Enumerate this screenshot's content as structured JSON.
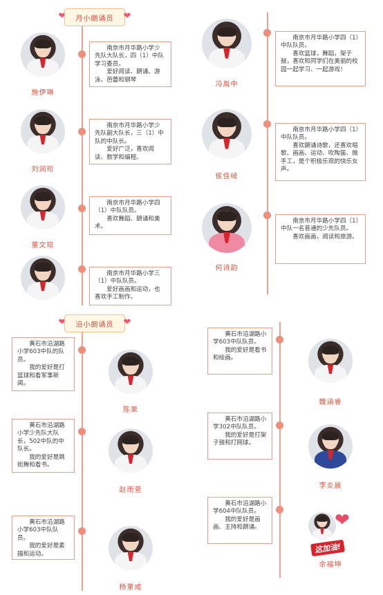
{
  "yue": {
    "banner": "月小朗诵员",
    "left": [
      {
        "name": "施伊琳",
        "text": [
          "南京市月华路小学少先队大队长，四（1）中队学习委员。",
          "爱好阅读、朗诵、游泳、芭蕾和钢琴"
        ]
      },
      {
        "name": "刘润珩",
        "text": [
          "南京市月华路小学少先队副大队长，三（1）中队的中队长。",
          "爱好广泛，喜欢阅读、数学和编程。"
        ]
      },
      {
        "name": "董文瑄",
        "text": [
          "南京市月华路小学四（1）中队队员。",
          "喜欢舞蹈、朗诵和美术。"
        ]
      },
      {
        "name": "",
        "text": [
          "南京市月华路小学三（1）中队队员。",
          "爱好画画和运动，也喜欢手工制作。"
        ]
      }
    ],
    "right": [
      {
        "name": "冯胤中",
        "text": [
          "南京市月华路小学四（1）中队队员。",
          "喜欢篮球，舞蹈，架子鼓，喜欢和同学们在美丽的校园一起学习、一起游戏！"
        ]
      },
      {
        "name": "侯佳岐",
        "text": [
          "南京市月华路小学四（1）中队队员。",
          "喜欢朗诵诗歌，还喜欢唱歌、画画、运动、吹陶笛、做手工，是个积极乐观的快乐女声。"
        ]
      },
      {
        "name": "何诗韵",
        "text": [
          "南京市月华路小学四（1）中队一名普通的少先队员。",
          "喜欢画画，阅读和旅游。"
        ]
      }
    ]
  },
  "yan": {
    "banner": "沿小朗诵员",
    "left": [
      {
        "name": "陈果",
        "text": [
          "黄石市沿湖路小学603中队的队员。",
          "我的爱好是打篮球和看军事新闻。"
        ]
      },
      {
        "name": "赵雨萱",
        "text": [
          "黄石市沿湖路小学少先队大队长，502中队的中队长。",
          "我的爱好是跳街舞和看书。"
        ]
      },
      {
        "name": "杨董成",
        "text": [
          "黄石市沿湖路小学603中队队员。",
          "我的爱好是素描和运动。"
        ]
      }
    ],
    "right": [
      {
        "name": "魏涵睿",
        "text": [
          "黄石市沿湖路小学603中队队员。",
          "我的爱好是看书和绘画。"
        ]
      },
      {
        "name": "李炎晨",
        "text": [
          "黄石市沿湖路小学302中队队员。",
          "我的爱好是打架子鼓和打网球。"
        ]
      },
      {
        "name": "余福坤",
        "text": [
          "黄石市沿湖路小学604中队队员。",
          "我的爱好是画画、主持和朗诵。"
        ]
      }
    ],
    "sticker_text": "这加油!"
  },
  "icons": {
    "heart": "heart-icon"
  },
  "colors": {
    "accent": "#ef8e7a",
    "name": "#e0533f",
    "banner_bg": "#fff6e3"
  }
}
